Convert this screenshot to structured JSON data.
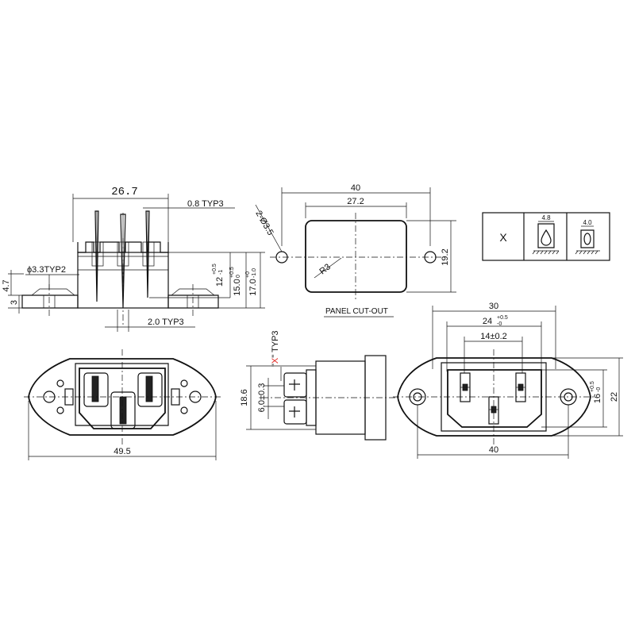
{
  "side_view": {
    "dim_width": "26.7",
    "dim_pin_thk": "0.8 TYP3",
    "dim_hole": "ϕ3.3TYP2",
    "dim_4_7": "4.7",
    "dim_3": "3",
    "dim_pin_w": "2.0 TYP3",
    "dim_12": "12",
    "dim_12_tol_up": "+0.5",
    "dim_12_tol_dn": "-1",
    "dim_15": "15.0",
    "dim_15_tol_up": "+0.5",
    "dim_15_tol_dn": "0",
    "dim_17": "17.0",
    "dim_17_tol_up": "+0",
    "dim_17_tol_dn": "-1.0"
  },
  "panel_cutout": {
    "dim_40": "40",
    "dim_27_2": "27.2",
    "dim_hole": "2-Ø3.5",
    "dim_radius": "R3",
    "dim_19_2": "19.2",
    "caption": "PANEL CUT-OUT"
  },
  "terminal_table": {
    "col_label": "X",
    "dim_a": "4.8",
    "dim_b": "4.0"
  },
  "front_view": {
    "dim_49_5": "49.5"
  },
  "profile_view": {
    "typ_label_pre": "\"",
    "typ_label_x": "X",
    "typ_label_post": "\" TYP3",
    "dim_18_6": "18.6",
    "dim_6": "6.0±0.3"
  },
  "rear_view": {
    "dim_30": "30",
    "dim_24": "24",
    "dim_24_tol_up": "+0.5",
    "dim_24_tol_dn": "-0",
    "dim_14": "14±0.2",
    "dim_16": "16",
    "dim_16_tol_up": "+0.5",
    "dim_16_tol_dn": "-0",
    "dim_22": "22",
    "dim_40": "40"
  },
  "colors": {
    "line": "#111111",
    "accent_x": "#e0201a"
  }
}
